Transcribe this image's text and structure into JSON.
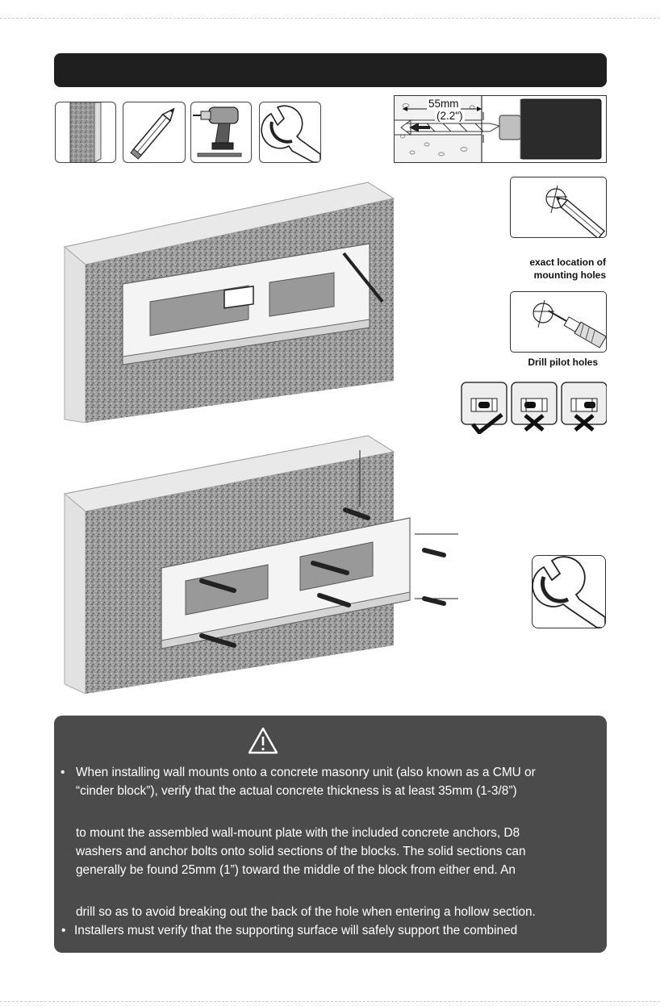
{
  "drill_diagram": {
    "depth_mm": "55mm",
    "depth_in": "(2.2\")"
  },
  "captions": {
    "mark_line1": "exact location of",
    "mark_line2": "mounting holes",
    "drill": "Drill pilot holes"
  },
  "level_checks": [
    "check",
    "cross",
    "cross"
  ],
  "icons": {
    "tools": [
      "wall-icon",
      "pencil-icon",
      "power-drill-icon",
      "wrench-icon"
    ],
    "warning": "warning-triangle-icon"
  },
  "warning": {
    "bullet1": {
      "line1": "When installing wall mounts onto a concrete masonry unit (also known as a CMU or",
      "line2": "“cinder block”), verify that the actual concrete thickness is at least 35mm (1-3/8”)",
      "line3": "to mount the assembled wall-mount plate with the included concrete anchors, D8",
      "line4": "washers and anchor bolts onto solid sections of the blocks. The solid sections can",
      "line5": "generally be found 25mm (1”) toward the middle of the block from either end. An",
      "line6": "drill so as to avoid breaking out the back of the hole when entering a hollow section."
    },
    "bullet2": {
      "line1": "Installers must verify that the supporting surface will safely support the combined"
    }
  },
  "colors": {
    "header": "#1f1f1f",
    "warning_bg": "#4b4b4b",
    "wall_face": "#8f8f8f",
    "wall_side": "#e6e6e6"
  }
}
